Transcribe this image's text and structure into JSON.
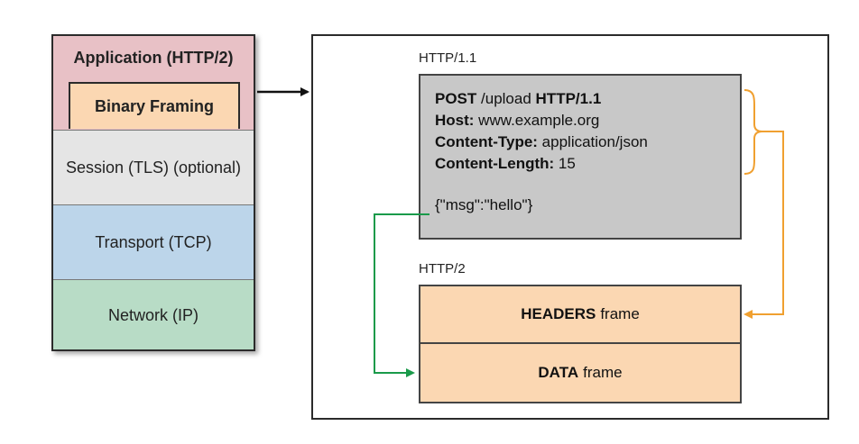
{
  "stack": {
    "application": "Application (HTTP/2)",
    "binary_framing": "Binary Framing",
    "session": "Session (TLS) (optional)",
    "transport": "Transport (TCP)",
    "network": "Network (IP)"
  },
  "http11": {
    "label": "HTTP/1.1",
    "method": "POST",
    "path": " /upload ",
    "version": "HTTP/1.1",
    "host_key": "Host:",
    "host_val": " www.example.org",
    "ctype_key": "Content-Type:",
    "ctype_val": " application/json",
    "clen_key": "Content-Length:",
    "clen_val": " 15",
    "body": "{\"msg\":\"hello\"}"
  },
  "http2": {
    "label": "HTTP/2",
    "headers_bold": "HEADERS",
    "headers_rest": "frame",
    "data_bold": "DATA",
    "data_rest": "frame"
  },
  "colors": {
    "application": "#e8c1c6",
    "binary_framing": "#fbd7b2",
    "session": "#e5e5e5",
    "transport": "#bcd5ea",
    "network": "#b8dcc6",
    "request_box": "#c8c8c8",
    "headers_arrow": "#f0a030",
    "data_arrow": "#1a9a4a"
  }
}
